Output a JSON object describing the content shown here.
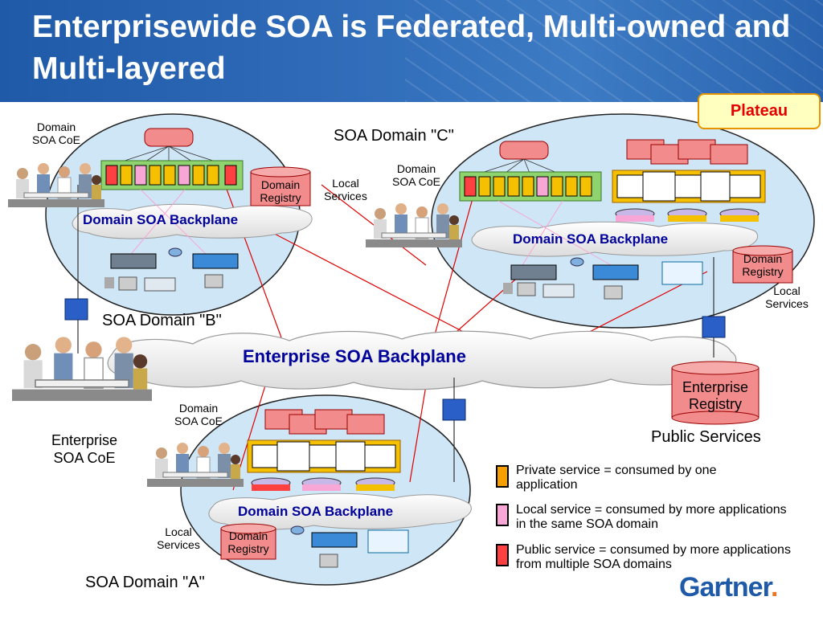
{
  "title": "Enterprisewide SOA is Federated, Multi-owned and Multi-layered",
  "plateau": "Plateau",
  "domains": {
    "b": {
      "title": "SOA Domain \"B\"",
      "coe": "Domain SOA CoE",
      "backplane": "Domain SOA Backplane",
      "registry": "Domain Registry"
    },
    "c": {
      "title": "SOA Domain \"C\"",
      "coe": "Domain SOA CoE",
      "backplane": "Domain SOA Backplane",
      "registry": "Domain Registry",
      "local_top": "Local Services",
      "local_right": "Local Services"
    },
    "a": {
      "title": "SOA Domain \"A\"",
      "coe": "Domain SOA CoE",
      "backplane": "Domain SOA Backplane",
      "registry": "Domain Registry",
      "local": "Local Services"
    }
  },
  "enterprise": {
    "backplane": "Enterprise SOA Backplane",
    "coe": "Enterprise SOA CoE",
    "registry": "Enterprise Registry",
    "public": "Public Services"
  },
  "legend": [
    {
      "color": "#f5a000",
      "text": "Private service = consumed by one application"
    },
    {
      "color": "#f7a6d6",
      "text": "Local service = consumed by more applications in the same SOA domain"
    },
    {
      "color": "#ff4040",
      "text": "Public service = consumed by more applications from multiple SOA domains"
    }
  ],
  "brand": "Gartner",
  "colors": {
    "header": "#1f5aa8",
    "ellipse": "#cfe6f7",
    "registry": "#f28c8c",
    "backplane_text": "#00009a",
    "connector": "#e00000",
    "node": "#2a5fc8"
  }
}
